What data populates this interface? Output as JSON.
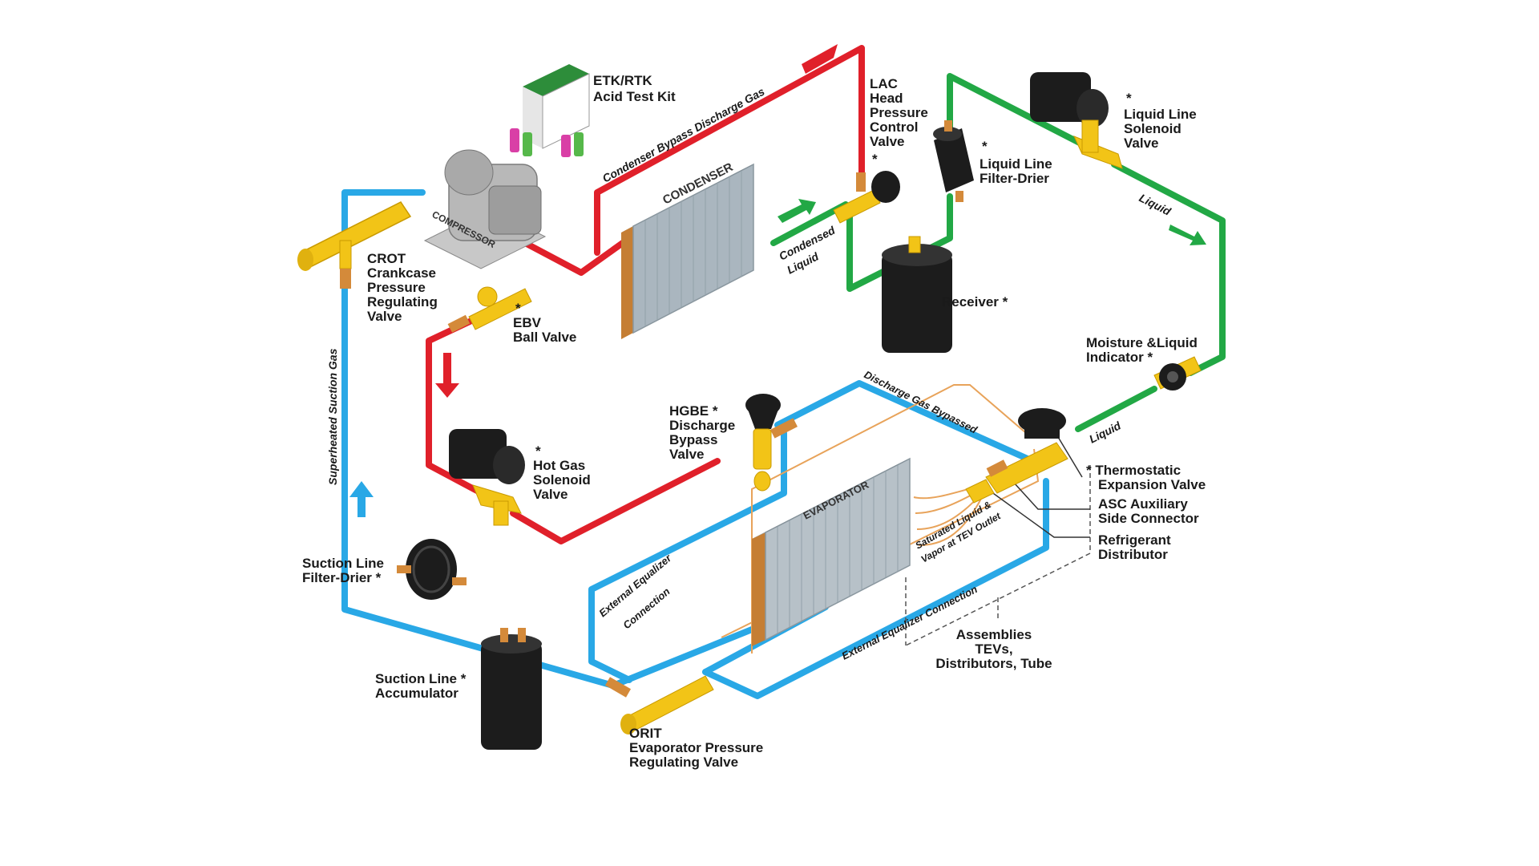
{
  "colors": {
    "discharge": "#e0202a",
    "liquid": "#22a845",
    "suction": "#29a8e6",
    "equalizer": "#e8a35a",
    "brass": "#f2c417",
    "copper": "#d48a3a",
    "body": "#1c1c1c"
  },
  "labels": {
    "etk": "ETK/RTK",
    "acid_test_kit": "Acid Test Kit",
    "lac": "LAC",
    "head": "Head",
    "pressure": "Pressure",
    "control": "Control",
    "valve": "Valve",
    "asterisk": "*",
    "liquid_line_filter_drier_1": "Liquid Line",
    "liquid_line_filter_drier_2": "Filter-Drier",
    "liquid_line_solenoid_1": "Liquid Line",
    "liquid_line_solenoid_2": "Solenoid",
    "liquid_line_solenoid_3": "Valve",
    "crot_1": "CROT",
    "crot_2": "Crankcase",
    "crot_3": "Pressure",
    "crot_4": "Regulating",
    "crot_5": "Valve",
    "ebv_1": "EBV",
    "ebv_2": "Ball Valve",
    "receiver": "Receiver *",
    "moisture_1": "Moisture &Liquid",
    "moisture_2": "Indicator *",
    "hgbe_1": "HGBE *",
    "hgbe_2": "Discharge",
    "hgbe_3": "Bypass",
    "hgbe_4": "Valve",
    "hot_gas_1": "Hot Gas",
    "hot_gas_2": "Solenoid",
    "hot_gas_3": "Valve",
    "tev_1": "* Thermostatic",
    "tev_2": "Expansion Valve",
    "asc_1": "ASC Auxiliary",
    "asc_2": "Side Connector",
    "distributor_1": "Refrigerant",
    "distributor_2": "Distributor",
    "suction_filter_1": "Suction Line",
    "suction_filter_2": "Filter-Drier *",
    "accumulator_1": "Suction Line *",
    "accumulator_2": "Accumulator",
    "orit_1": "ORIT",
    "orit_2": "Evaporator Pressure",
    "orit_3": "Regulating Valve",
    "assemblies_1": "Assemblies",
    "assemblies_2": "TEVs,",
    "assemblies_3": "Distributors, Tube",
    "compressor": "COMPRESSOR",
    "condenser": "CONDENSER",
    "evaporator": "EVAPORATOR"
  },
  "pipe_labels": {
    "condenser_bypass": "Condenser Bypass Discharge Gas",
    "condensed_liquid_1": "Condensed",
    "condensed_liquid_2": "Liquid",
    "liquid_upper": "Liquid",
    "liquid_lower": "Liquid",
    "discharge_gas_bypassed": "Discharge Gas Bypassed",
    "superheated_suction": "Superheated Suction Gas",
    "external_equalizer_left_1": "External Equalizer",
    "external_equalizer_left_2": "Connection",
    "external_equalizer_bottom": "External Equalizer Connection",
    "saturated_1": "Saturated Liquid &",
    "saturated_2": "Vapor at TEV Outlet"
  }
}
